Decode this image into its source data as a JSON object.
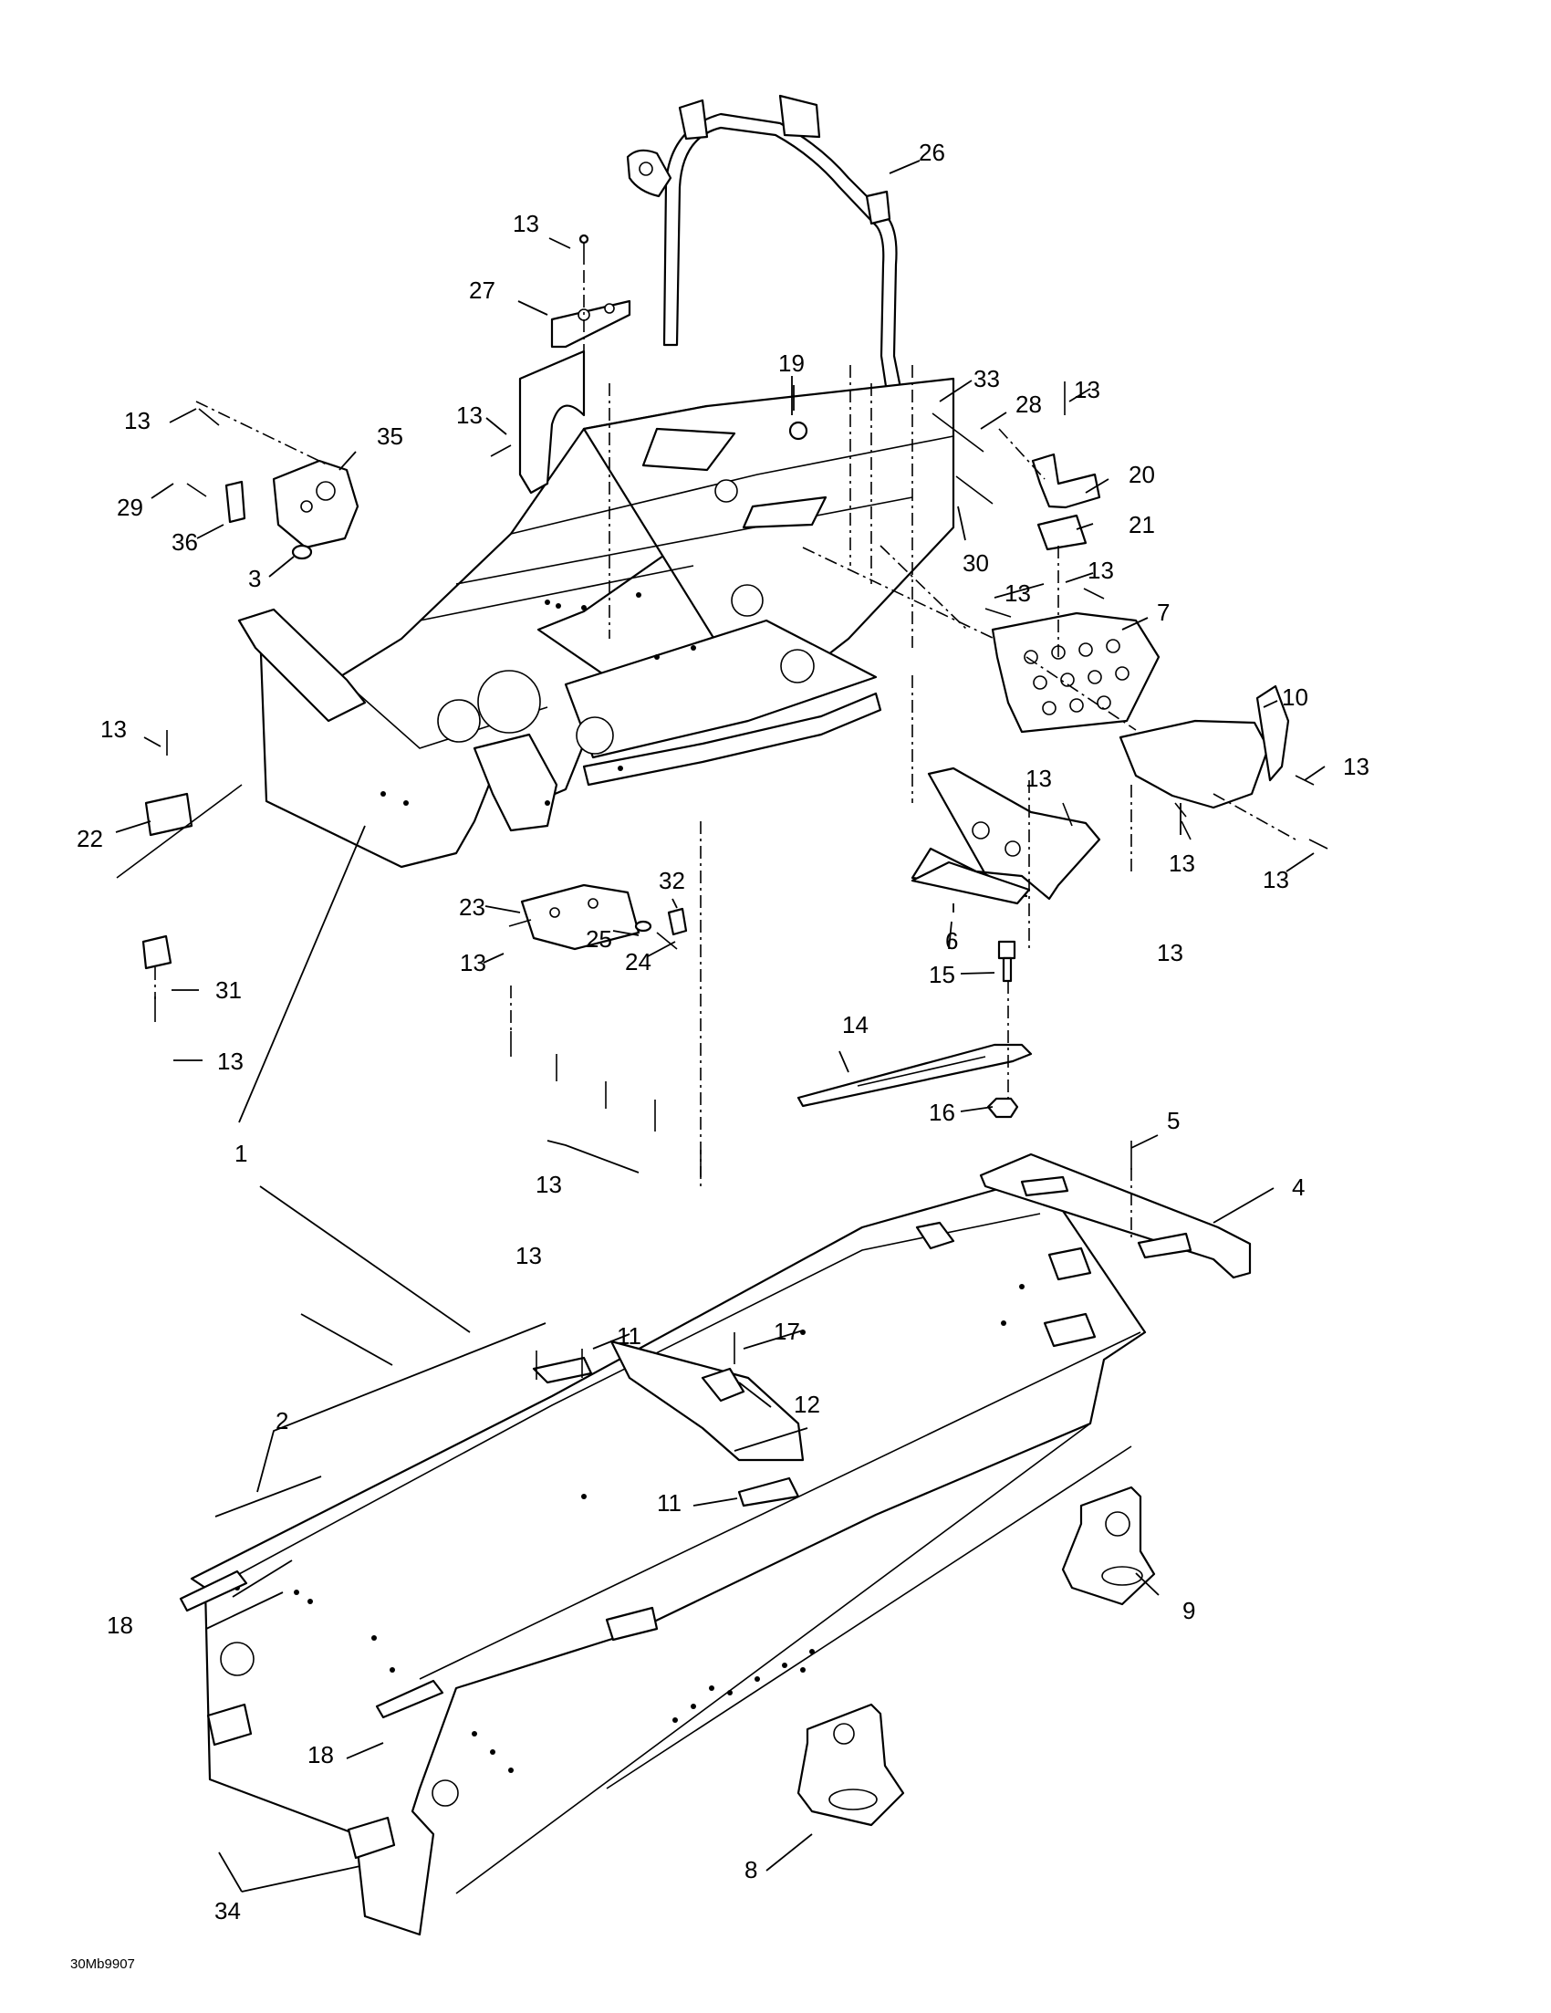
{
  "diagram": {
    "reference_code": "30Mb9907",
    "callouts": [
      {
        "id": "c1a",
        "label": "1"
      },
      {
        "id": "c2",
        "label": "2"
      },
      {
        "id": "c3",
        "label": "3"
      },
      {
        "id": "c4",
        "label": "4"
      },
      {
        "id": "c5",
        "label": "5"
      },
      {
        "id": "c6",
        "label": "6"
      },
      {
        "id": "c7",
        "label": "7"
      },
      {
        "id": "c8",
        "label": "8"
      },
      {
        "id": "c9",
        "label": "9"
      },
      {
        "id": "c10",
        "label": "10"
      },
      {
        "id": "c11a",
        "label": "11"
      },
      {
        "id": "c11b",
        "label": "11"
      },
      {
        "id": "c12",
        "label": "12"
      },
      {
        "id": "c13a",
        "label": "13"
      },
      {
        "id": "c13b",
        "label": "13"
      },
      {
        "id": "c13c",
        "label": "13"
      },
      {
        "id": "c13d",
        "label": "13"
      },
      {
        "id": "c13e",
        "label": "13"
      },
      {
        "id": "c13f",
        "label": "13"
      },
      {
        "id": "c13g",
        "label": "13"
      },
      {
        "id": "c13h",
        "label": "13"
      },
      {
        "id": "c13i",
        "label": "13"
      },
      {
        "id": "c13j",
        "label": "13"
      },
      {
        "id": "c13k",
        "label": "13"
      },
      {
        "id": "c13l",
        "label": "13"
      },
      {
        "id": "c13m",
        "label": "13"
      },
      {
        "id": "c13n",
        "label": "13"
      },
      {
        "id": "c13o",
        "label": "13"
      },
      {
        "id": "c13p",
        "label": "13"
      },
      {
        "id": "c14",
        "label": "14"
      },
      {
        "id": "c15",
        "label": "15"
      },
      {
        "id": "c16",
        "label": "16"
      },
      {
        "id": "c17",
        "label": "17"
      },
      {
        "id": "c18a",
        "label": "18"
      },
      {
        "id": "c18b",
        "label": "18"
      },
      {
        "id": "c19",
        "label": "19"
      },
      {
        "id": "c20",
        "label": "20"
      },
      {
        "id": "c21",
        "label": "21"
      },
      {
        "id": "c22",
        "label": "22"
      },
      {
        "id": "c23",
        "label": "23"
      },
      {
        "id": "c24",
        "label": "24"
      },
      {
        "id": "c25",
        "label": "25"
      },
      {
        "id": "c26",
        "label": "26"
      },
      {
        "id": "c27",
        "label": "27"
      },
      {
        "id": "c28",
        "label": "28"
      },
      {
        "id": "c29",
        "label": "29"
      },
      {
        "id": "c30",
        "label": "30"
      },
      {
        "id": "c31",
        "label": "31"
      },
      {
        "id": "c32",
        "label": "32"
      },
      {
        "id": "c33",
        "label": "33"
      },
      {
        "id": "c34",
        "label": "34"
      },
      {
        "id": "c35",
        "label": "35"
      },
      {
        "id": "c36",
        "label": "36"
      }
    ]
  }
}
